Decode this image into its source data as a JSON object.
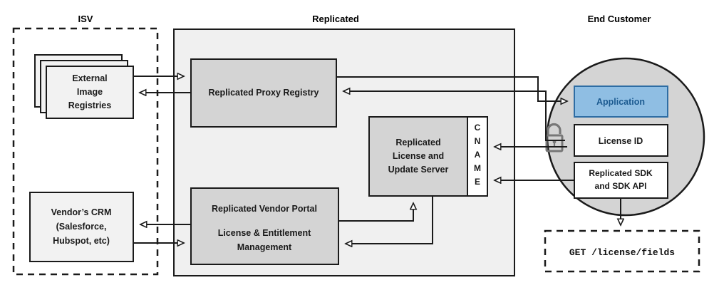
{
  "diagram": {
    "title_isv": "ISV",
    "title_replicated": "Replicated",
    "title_end_customer": "End Customer",
    "colors": {
      "panel_fill": "#f0f0f0",
      "node_fill": "#d4d4d4",
      "light_fill": "#f2f2f2",
      "circle_fill": "#d4d4d4",
      "application_fill": "#8fbee3",
      "application_border": "#2e6da4",
      "application_text": "#1b5a90",
      "white_fill": "#ffffff",
      "stroke": "#1a1a1a",
      "lock_color": "#777777"
    },
    "isv": {
      "registries": {
        "line1": "External",
        "line2": "Image",
        "line3": "Registries"
      },
      "crm": {
        "line1": "Vendor’s CRM",
        "line2": "(Salesforce,",
        "line3": "Hubspot, etc)"
      }
    },
    "replicated": {
      "proxy_registry": "Replicated Proxy Registry",
      "license_server": {
        "line1": "Replicated",
        "line2": "License and",
        "line3": "Update Server"
      },
      "cname": {
        "full": "CNAME",
        "letters": [
          "C",
          "N",
          "A",
          "M",
          "E"
        ]
      },
      "vendor_portal": {
        "line1": "Replicated Vendor Portal",
        "line2": "License & Entitlement",
        "line3": "Management"
      }
    },
    "end_customer": {
      "application": "Application",
      "license_id": "License ID",
      "sdk": {
        "line1": "Replicated SDK",
        "line2": "and SDK API"
      },
      "lock_icon": "unlocked-padlock-icon",
      "api_call": "GET /license/fields"
    }
  }
}
